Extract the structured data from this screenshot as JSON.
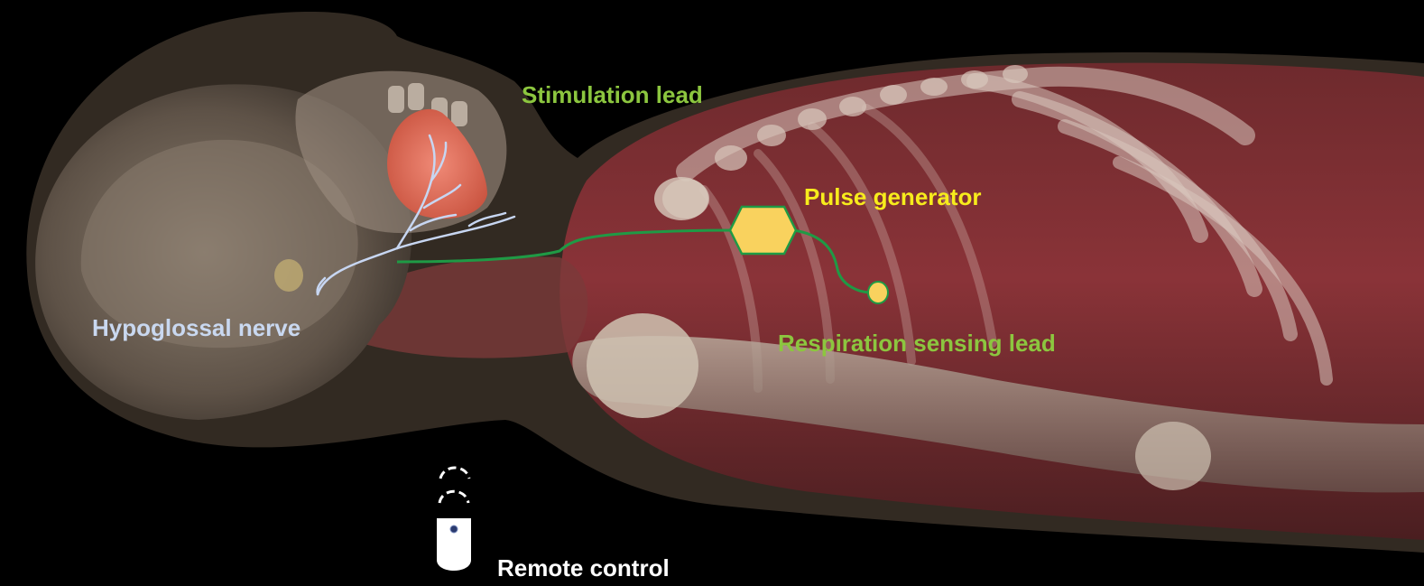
{
  "labels": {
    "stimulation_lead": "Stimulation lead",
    "pulse_generator": "Pulse generator",
    "respiration_sensing_lead": "Respiration sensing lead",
    "hypoglossal_nerve": "Hypoglossal nerve",
    "remote_control": "Remote control"
  },
  "colors": {
    "background": "#000000",
    "lead_green": "#1f9a45",
    "label_green": "#8cc63f",
    "label_yellow": "#f7ec1c",
    "label_nerve": "#c9d8f0",
    "label_white": "#ffffff",
    "generator_fill": "#f9d25e",
    "nerve": "#c7d6f2",
    "tongue": "#e8715f",
    "torso": "#7a2a30",
    "skull": "#6b5e52"
  }
}
